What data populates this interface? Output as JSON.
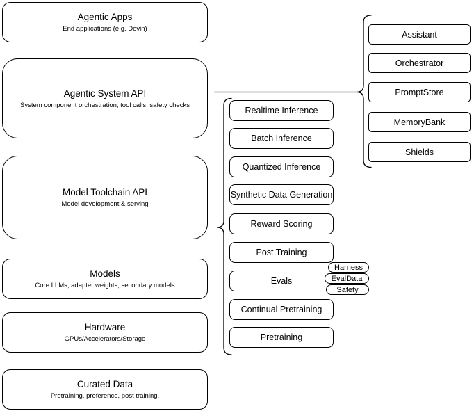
{
  "colors": {
    "background": "#ffffff",
    "stroke": "#000000",
    "text": "#000000"
  },
  "stack": {
    "boxes": [
      {
        "title": "Agentic Apps",
        "subtitle": "End applications (e.g. Devin)"
      },
      {
        "title": "Agentic System API",
        "subtitle": "System component orchestration, tool calls, safety checks"
      },
      {
        "title": "Model Toolchain API",
        "subtitle": "Model development & serving"
      },
      {
        "title": "Models",
        "subtitle": "Core LLMs, adapter weights, secondary models"
      },
      {
        "title": "Hardware",
        "subtitle": "GPUs/Accelerators/Storage"
      },
      {
        "title": "Curated Data",
        "subtitle": "Pretraining, preference, post training."
      }
    ]
  },
  "toolchain_services": {
    "items": [
      {
        "label": "Realtime Inference"
      },
      {
        "label": "Batch Inference"
      },
      {
        "label": "Quantized Inference"
      },
      {
        "label": "Synthetic Data Generation"
      },
      {
        "label": "Reward Scoring"
      },
      {
        "label": "Post Training"
      },
      {
        "label": "Evals"
      },
      {
        "label": "Continual Pretraining"
      },
      {
        "label": "Pretraining"
      }
    ],
    "eval_tags": [
      {
        "label": "Harness"
      },
      {
        "label": "EvalData"
      },
      {
        "label": "Safety"
      }
    ]
  },
  "system_components": {
    "items": [
      {
        "label": "Assistant"
      },
      {
        "label": "Orchestrator"
      },
      {
        "label": "PromptStore"
      },
      {
        "label": "MemoryBank"
      },
      {
        "label": "Shields"
      }
    ]
  }
}
